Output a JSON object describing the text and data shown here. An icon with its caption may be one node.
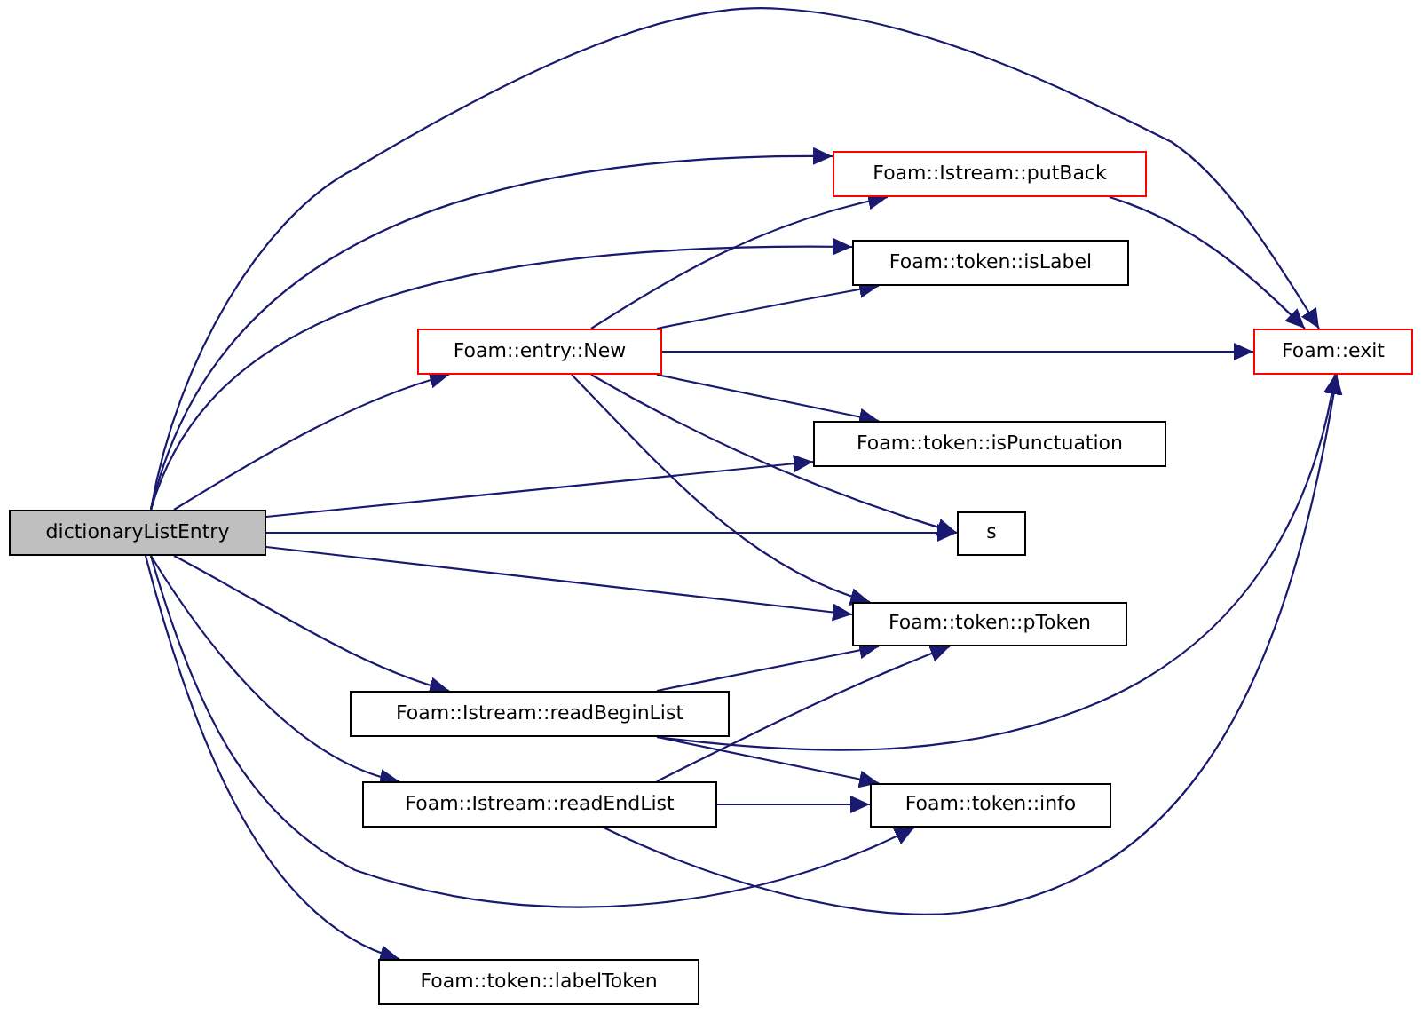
{
  "diagram": {
    "nodes": [
      {
        "text": [
          "dictionaryListEntry"
        ]
      },
      {
        "text": [
          "Foam::entry::New"
        ]
      },
      {
        "text": [
          "Foam::Istream::putBack"
        ]
      },
      {
        "text": [
          "Foam::token::isLabel"
        ]
      },
      {
        "text": [
          "Foam::exit"
        ]
      },
      {
        "text": [
          "Foam::token::isPunctuation"
        ]
      },
      {
        "text": [
          "s"
        ]
      },
      {
        "text": [
          "Foam::token::pToken"
        ]
      },
      {
        "text": [
          "Foam::Istream::readBeginList"
        ]
      },
      {
        "text": [
          "Foam::Istream::readEndList"
        ]
      },
      {
        "text": [
          "Foam::token::info"
        ]
      },
      {
        "text": [
          "Foam::token::labelToken"
        ]
      }
    ],
    "edges": [
      {
        "from": 0,
        "to": 4,
        "arrow": "to"
      },
      {
        "from": 0,
        "to": 2,
        "arrow": "to"
      },
      {
        "from": 0,
        "to": 3,
        "arrow": "to"
      },
      {
        "from": 0,
        "to": 1,
        "arrow": "to"
      },
      {
        "from": 0,
        "to": 5,
        "arrow": "to"
      },
      {
        "from": 0,
        "to": 6,
        "arrow": "to"
      },
      {
        "from": 0,
        "to": 7,
        "arrow": "to"
      },
      {
        "from": 0,
        "to": 8,
        "arrow": "to"
      },
      {
        "from": 0,
        "to": 9,
        "arrow": "to"
      },
      {
        "from": 0,
        "to": 10,
        "arrow": "to"
      },
      {
        "from": 0,
        "to": 11,
        "arrow": "to"
      },
      {
        "from": 1,
        "to": 2,
        "arrow": "to"
      },
      {
        "from": 1,
        "to": 3,
        "arrow": "to"
      },
      {
        "from": 1,
        "to": 4,
        "arrow": "to"
      },
      {
        "from": 1,
        "to": 5,
        "arrow": "to"
      },
      {
        "from": 1,
        "to": 6,
        "arrow": "to"
      },
      {
        "from": 1,
        "to": 7,
        "arrow": "to"
      },
      {
        "from": 2,
        "to": 4,
        "arrow": "to"
      },
      {
        "from": 8,
        "to": 7,
        "arrow": "to"
      },
      {
        "from": 8,
        "to": 4,
        "arrow": "to"
      },
      {
        "from": 8,
        "to": 10,
        "arrow": "to"
      },
      {
        "from": 9,
        "to": 7,
        "arrow": "to"
      },
      {
        "from": 9,
        "to": 10,
        "arrow": "to"
      },
      {
        "from": 9,
        "to": 4,
        "arrow": "to"
      }
    ]
  }
}
